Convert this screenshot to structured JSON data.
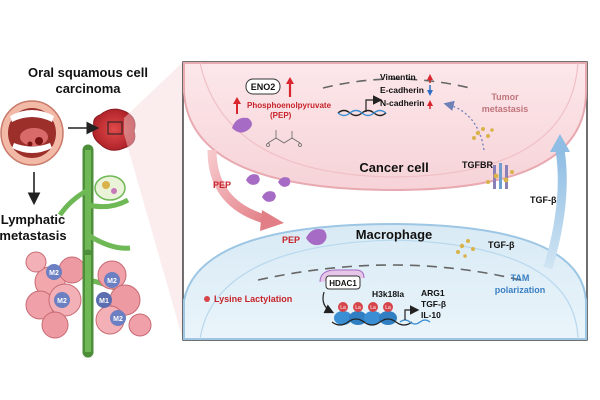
{
  "left": {
    "title_line1": "Oral squamous cell",
    "title_line2": "carcinoma",
    "metastasis_line1": "Lymphatic",
    "metastasis_line2": "metastasis",
    "cell_labels": [
      "M2",
      "M2",
      "M2",
      "M2",
      "M1"
    ]
  },
  "cancer": {
    "enzyme": "ENO2",
    "metabolite_line1": "Phosphoenolpyruvate",
    "metabolite_line2": "(PEP)",
    "genes": [
      "Vimentin",
      "E-cadherin",
      "N-cadherin"
    ],
    "gene_direction": [
      "up",
      "down",
      "up"
    ],
    "title": "Cancer cell",
    "metastasis_line1": "Tumor",
    "metastasis_line2": "metastasis",
    "receptor": "TGFBR",
    "ligand": "TGF-β"
  },
  "transfer": {
    "metabolite": "PEP"
  },
  "macrophage": {
    "title": "Macrophage",
    "metabolite": "PEP",
    "ligand": "TGF-β",
    "enzyme": "HDAC1",
    "modification": "Lysine Lactylation",
    "histone_mark": "H3k18la",
    "nucleosome_label": "La",
    "genes": [
      "ARG1",
      "TGF-β",
      "IL-10"
    ],
    "polarization_line1": "TAM",
    "polarization_line2": "polarization"
  },
  "colors": {
    "cancer_fill": "#fbe3e6",
    "macrophage_fill": "#dfeef7",
    "up_arrow": "#d9262e",
    "down_arrow": "#2d6fc6",
    "pep_purple": "#a66bc4",
    "nucleosome_blue": "#3a8fd4",
    "la_red": "#d6454a"
  }
}
